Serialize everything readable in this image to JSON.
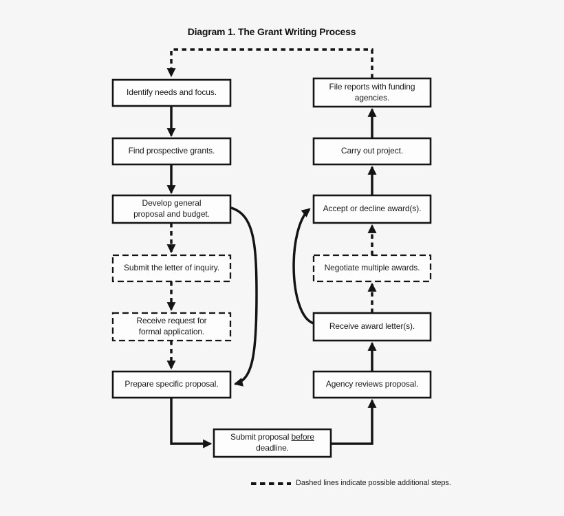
{
  "title": "Diagram 1. The Grant Writing Process",
  "nodes": {
    "identify": {
      "label": "Identify needs and focus.",
      "dashed": false
    },
    "find": {
      "label": "Find prospective grants.",
      "dashed": false
    },
    "develop": {
      "lines": [
        "Develop general",
        "proposal and budget."
      ],
      "dashed": false
    },
    "inquiry": {
      "label": "Submit the letter of inquiry.",
      "dashed": true
    },
    "request": {
      "lines": [
        "Receive request for",
        "formal application."
      ],
      "dashed": true
    },
    "prepare": {
      "label": "Prepare specific proposal.",
      "dashed": false
    },
    "submit_proposal": {
      "line1_pre": "Submit proposal ",
      "line1_underline": "before",
      "line2": "deadline.",
      "dashed": false
    },
    "agency": {
      "label": "Agency reviews proposal.",
      "dashed": false
    },
    "receive_award": {
      "label": "Receive award letter(s).",
      "dashed": false
    },
    "negotiate": {
      "label": "Negotiate multiple awards.",
      "dashed": true
    },
    "accept": {
      "label": "Accept or decline award(s).",
      "dashed": false
    },
    "carry": {
      "label": "Carry out project.",
      "dashed": false
    },
    "file_reports": {
      "lines": [
        "File reports with funding",
        "agencies."
      ],
      "dashed": false
    }
  },
  "edges": [
    {
      "from": "identify",
      "to": "find",
      "style": "solid"
    },
    {
      "from": "find",
      "to": "develop",
      "style": "solid"
    },
    {
      "from": "develop",
      "to": "inquiry",
      "style": "dashed"
    },
    {
      "from": "inquiry",
      "to": "request",
      "style": "dashed"
    },
    {
      "from": "request",
      "to": "prepare",
      "style": "dashed"
    },
    {
      "from": "develop",
      "to": "prepare",
      "style": "solid-curve"
    },
    {
      "from": "prepare",
      "to": "submit_proposal",
      "style": "solid"
    },
    {
      "from": "submit_proposal",
      "to": "agency",
      "style": "solid"
    },
    {
      "from": "agency",
      "to": "receive_award",
      "style": "solid"
    },
    {
      "from": "receive_award",
      "to": "negotiate",
      "style": "dashed"
    },
    {
      "from": "negotiate",
      "to": "accept",
      "style": "dashed"
    },
    {
      "from": "receive_award",
      "to": "accept",
      "style": "solid-curve"
    },
    {
      "from": "accept",
      "to": "carry",
      "style": "solid"
    },
    {
      "from": "carry",
      "to": "file_reports",
      "style": "solid"
    },
    {
      "from": "file_reports",
      "to": "identify",
      "style": "dashed"
    }
  ],
  "legend": {
    "text": "Dashed lines indicate possible additional steps."
  },
  "colors": {
    "ink": "#141414",
    "background": "#f6f6f6",
    "box_fill": "#fdfdfd"
  }
}
